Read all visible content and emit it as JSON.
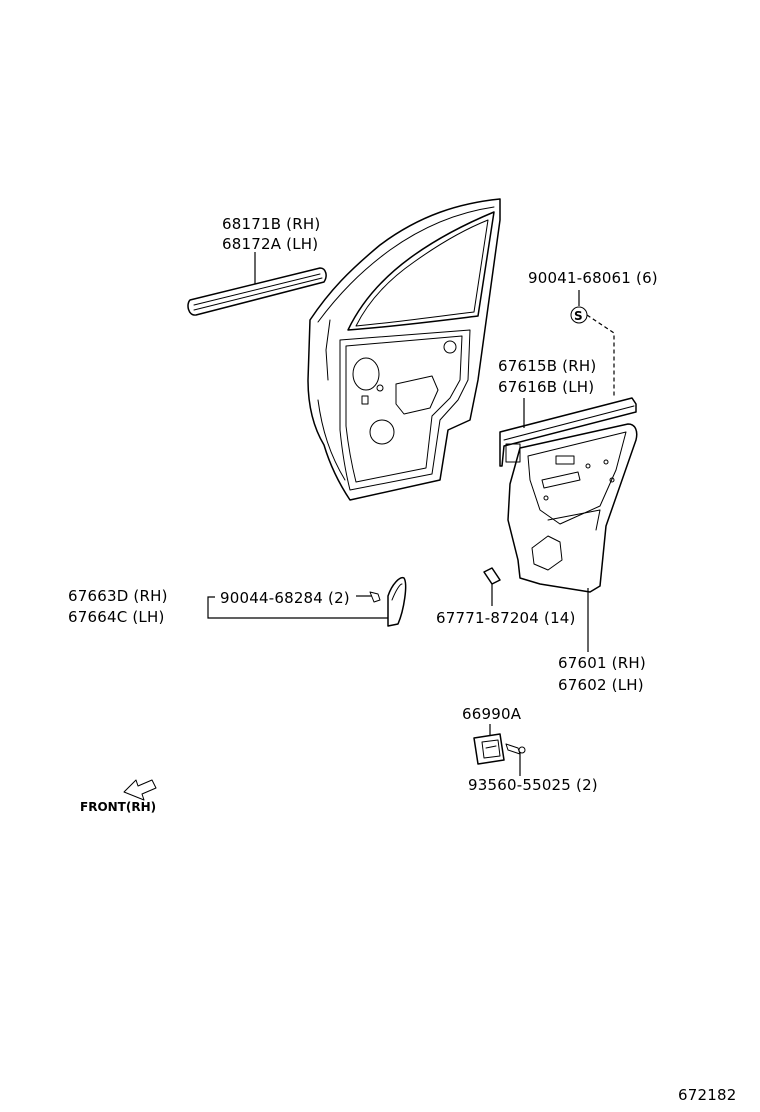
{
  "labels": {
    "weatherstrip_rh": "68171B (RH)",
    "weatherstrip_lh": "68172A (LH)",
    "clip_6": "90041-68061 (6)",
    "screw_symbol": "S",
    "upper_trim_rh": "67615B (RH)",
    "upper_trim_lh": "67616B (LH)",
    "pad_rh": "67663D (RH)",
    "pad_lh": "67664C (LH)",
    "screw_2": "90044-68284 (2)",
    "clip_14": "67771-87204 (14)",
    "trim_board_rh": "67601 (RH)",
    "trim_board_lh": "67602 (LH)",
    "handle": "66990A",
    "screw_handle": "93560-55025 (2)",
    "front": "FRONT(RH)",
    "figure_no": "672182"
  }
}
